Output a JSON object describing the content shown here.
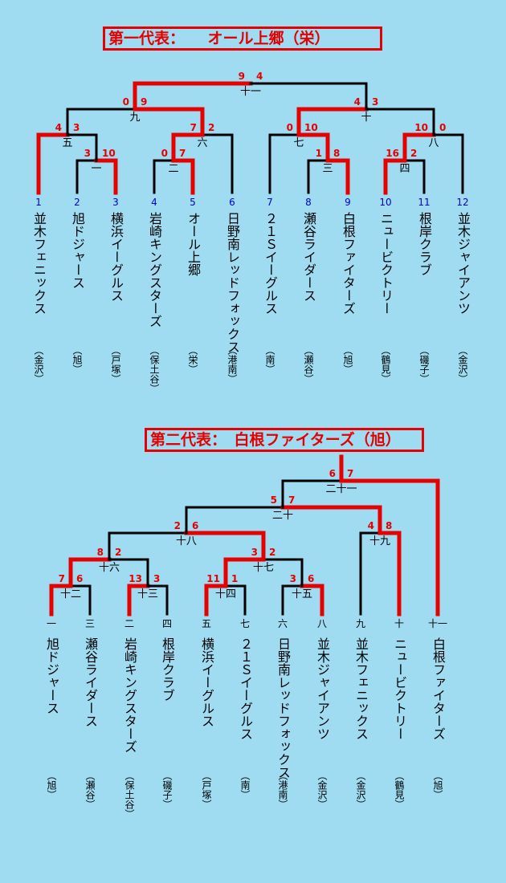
{
  "colors": {
    "background": "#9fdcf2",
    "winner": "#e60000",
    "line": "#000000",
    "number": "#0000cc"
  },
  "bracket1": {
    "title": "第一代表：　　オール上郷（栄）",
    "seeds": [
      {
        "no": "1",
        "team": "並木フェニックス",
        "area": "（金沢）"
      },
      {
        "no": "2",
        "team": "旭ドジャース",
        "area": "（旭）"
      },
      {
        "no": "3",
        "team": "横浜イーグルス",
        "area": "（戸塚）"
      },
      {
        "no": "4",
        "team": "岩崎キングスターズ",
        "area": "（保土谷）"
      },
      {
        "no": "5",
        "team": "オール上郷",
        "area": "（栄）"
      },
      {
        "no": "6",
        "team": "日野南レッドフォックス",
        "area": "（港南）"
      },
      {
        "no": "7",
        "team": "２１Ｓイーグルス",
        "area": "（南）"
      },
      {
        "no": "8",
        "team": "瀬谷ライダース",
        "area": "（瀬谷）"
      },
      {
        "no": "9",
        "team": "白根ファイターズ",
        "area": "（旭）"
      },
      {
        "no": "10",
        "team": "ニュービクトリー",
        "area": "（鶴見）"
      },
      {
        "no": "11",
        "team": "根岸クラブ",
        "area": "（磯子）"
      },
      {
        "no": "12",
        "team": "並木ジャイアンツ",
        "area": "（金沢）"
      }
    ],
    "matches": [
      {
        "label": "一",
        "left": "3",
        "right": "10"
      },
      {
        "label": "二",
        "left": "0",
        "right": "7"
      },
      {
        "label": "三",
        "left": "1",
        "right": "8"
      },
      {
        "label": "四",
        "left": "16",
        "right": "2"
      },
      {
        "label": "五",
        "left": "4",
        "right": "3"
      },
      {
        "label": "六",
        "left": "7",
        "right": "2"
      },
      {
        "label": "七",
        "left": "0",
        "right": "10"
      },
      {
        "label": "八",
        "left": "10",
        "right": "0"
      },
      {
        "label": "九",
        "left": "0",
        "right": "9"
      },
      {
        "label": "十",
        "left": "4",
        "right": "3"
      },
      {
        "label": "十一",
        "left": "9",
        "right": "4"
      }
    ]
  },
  "bracket2": {
    "title": "第二代表：　白根ファイターズ（旭）",
    "seeds": [
      {
        "no": "一",
        "team": "旭ドジャース",
        "area": "（旭）"
      },
      {
        "no": "三",
        "team": "瀬谷ライダース",
        "area": "（瀬谷）"
      },
      {
        "no": "二",
        "team": "岩崎キングスターズ",
        "area": "（保土谷）"
      },
      {
        "no": "四",
        "team": "根岸クラブ",
        "area": "（磯子）"
      },
      {
        "no": "五",
        "team": "横浜イーグルス",
        "area": "（戸塚）"
      },
      {
        "no": "七",
        "team": "２１Ｓイーグルス",
        "area": "（南）"
      },
      {
        "no": "六",
        "team": "日野南レッドフォックス",
        "area": "（港南）"
      },
      {
        "no": "八",
        "team": "並木ジャイアンツ",
        "area": "（金沢）"
      },
      {
        "no": "九",
        "team": "並木フェニックス",
        "area": "（金沢）"
      },
      {
        "no": "十",
        "team": "ニュービクトリー",
        "area": "（鶴見）"
      },
      {
        "no": "十一",
        "team": "白根ファイターズ",
        "area": "（旭）"
      }
    ],
    "matches": [
      {
        "label": "十二",
        "left": "7",
        "right": "6"
      },
      {
        "label": "十三",
        "left": "13",
        "right": "3"
      },
      {
        "label": "十四",
        "left": "11",
        "right": "1"
      },
      {
        "label": "十五",
        "left": "3",
        "right": "6"
      },
      {
        "label": "十六",
        "left": "8",
        "right": "2"
      },
      {
        "label": "十七",
        "left": "3",
        "right": "2"
      },
      {
        "label": "十八",
        "left": "2",
        "right": "6"
      },
      {
        "label": "十九",
        "left": "4",
        "right": "8"
      },
      {
        "label": "二十",
        "left": "5",
        "right": "7"
      },
      {
        "label": "二十一",
        "left": "6",
        "right": "7"
      }
    ]
  }
}
